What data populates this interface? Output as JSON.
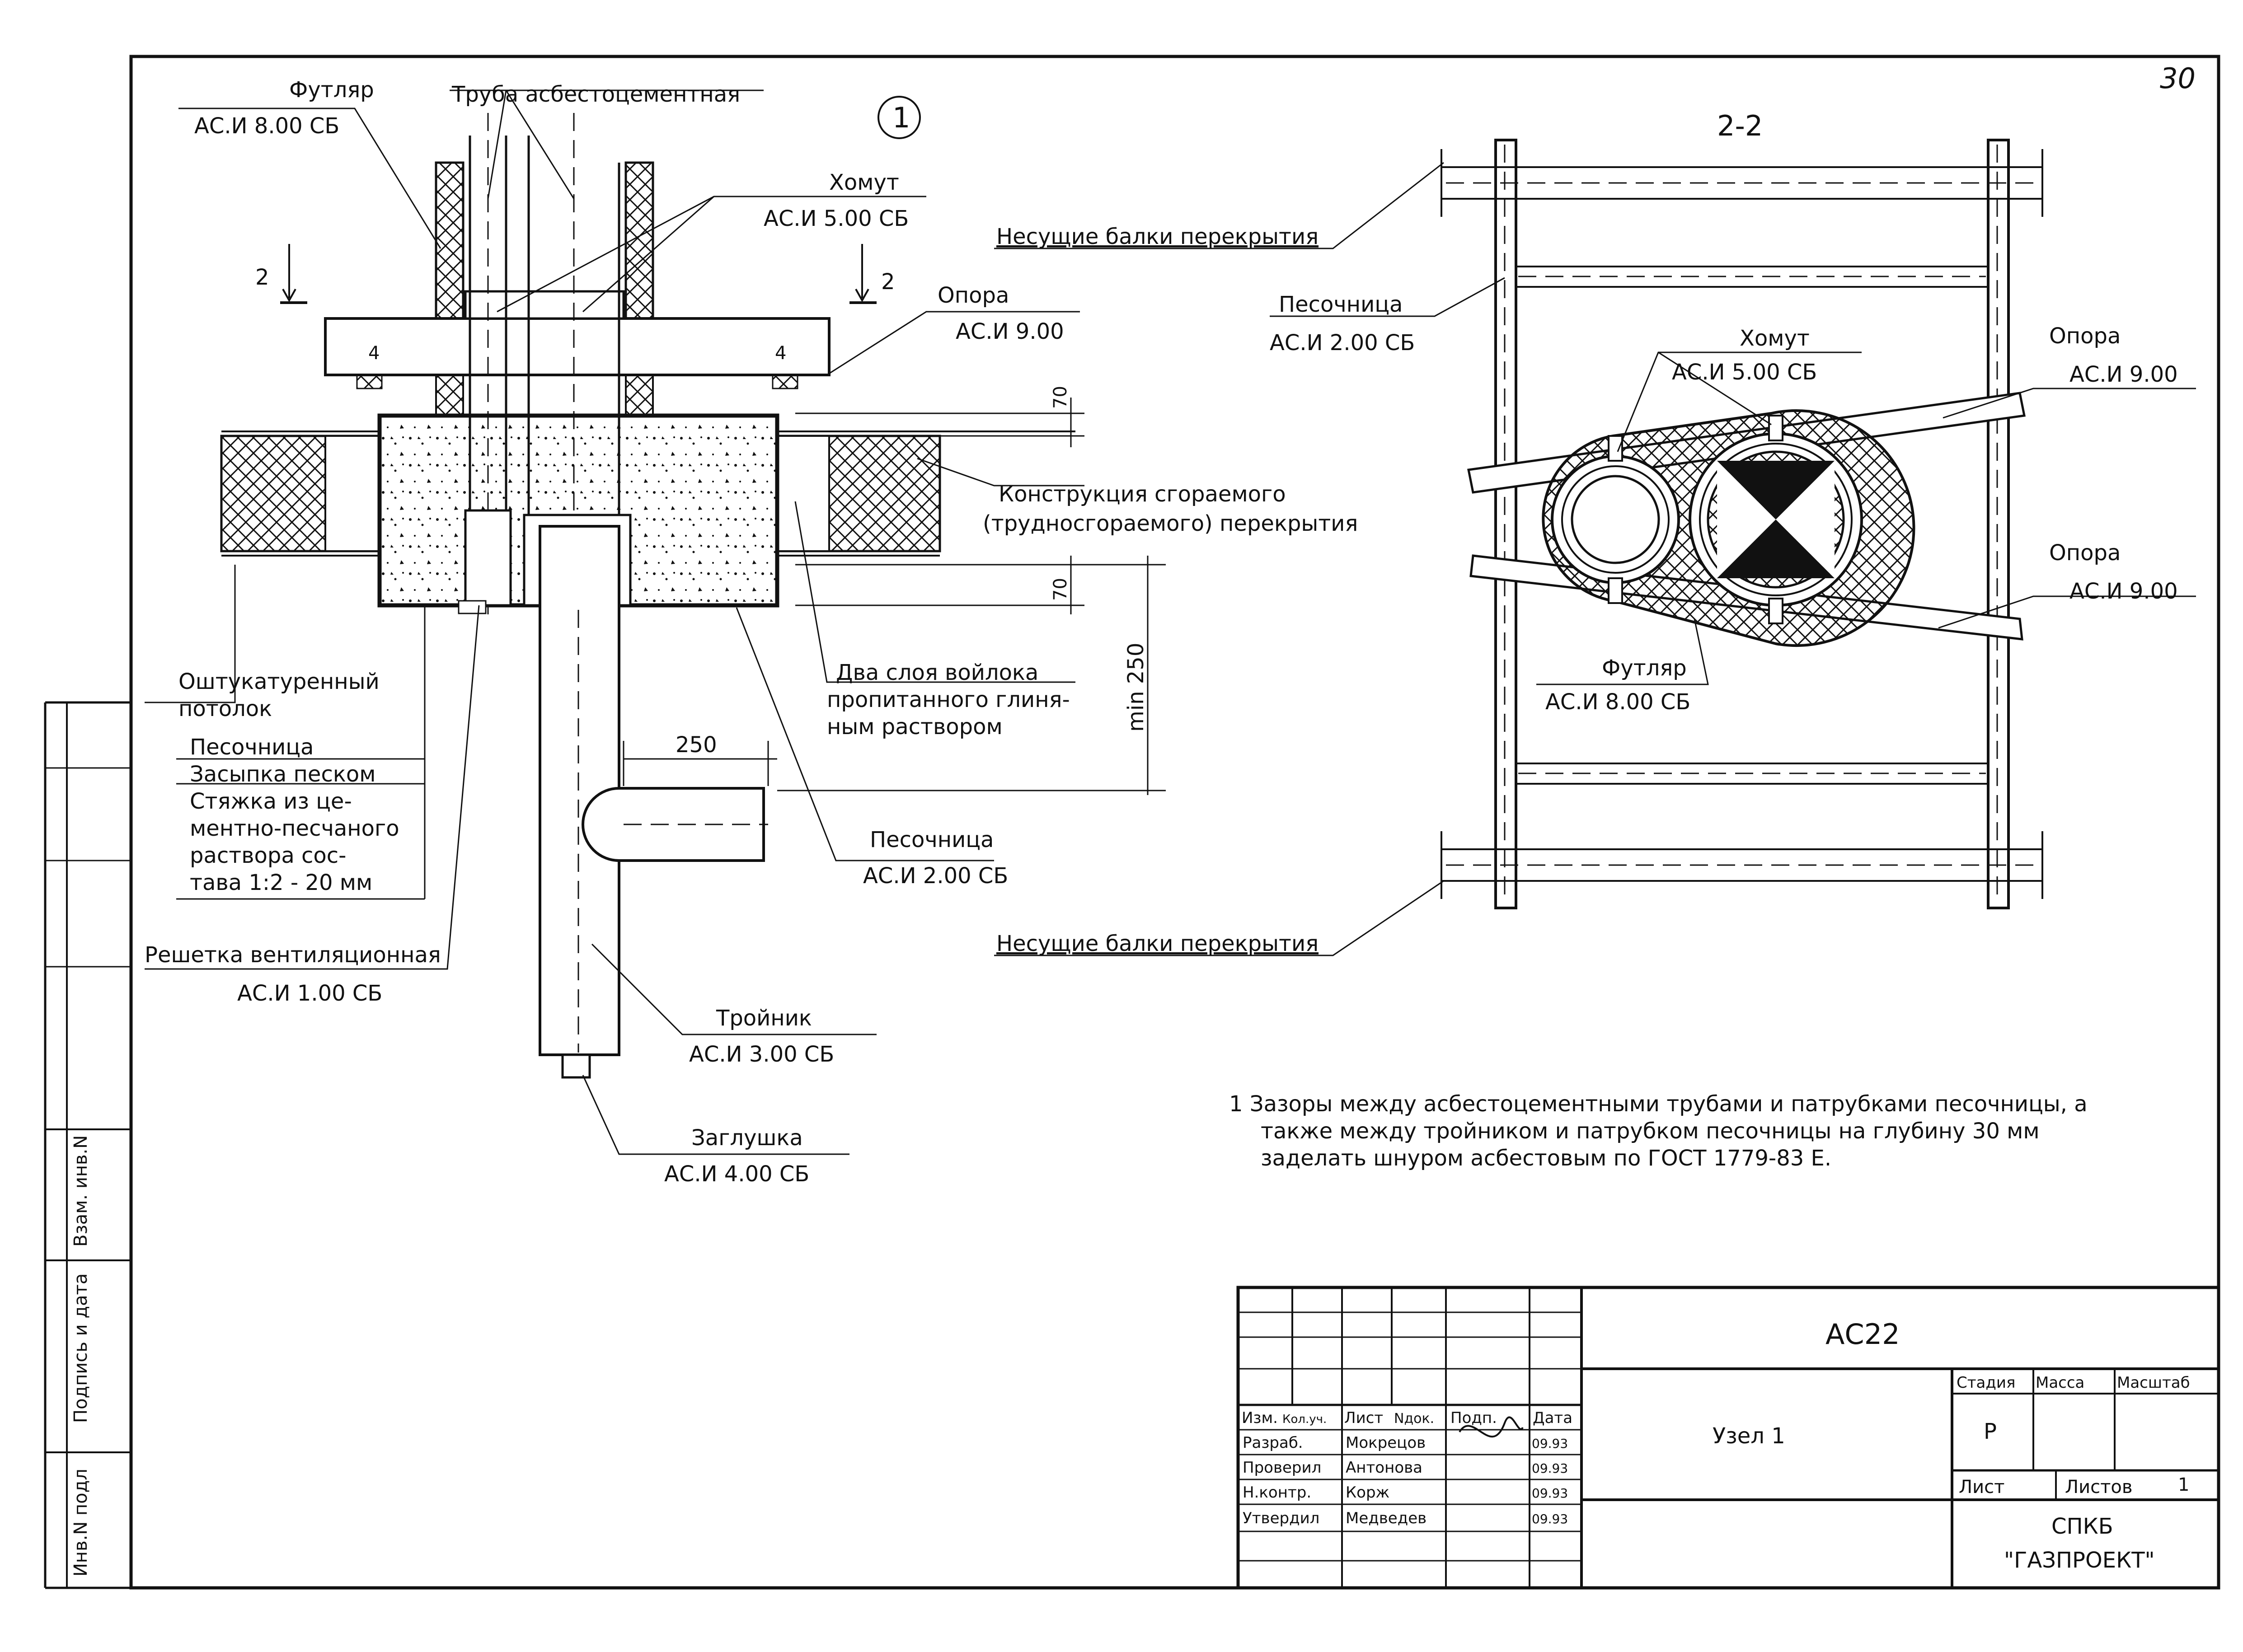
{
  "sheet_number": "30",
  "section_marker": "1",
  "section_title": "2-2",
  "cut_label": "2",
  "labels_left": {
    "futlyar": "Футляр",
    "futlyar_code": "АС.И 8.00 СБ",
    "truba": "Труба асбестоцементная",
    "khomut": "Хомут",
    "khomut_code": "АС.И 5.00 СБ",
    "opora": "Опора",
    "opora_code": "АС.И 9.00",
    "konstr_1": "Конструкция сгораемого",
    "konstr_2": "(трудносгораемого) перекрытия",
    "dva_sloya_1": "Два слоя войлока",
    "dva_sloya_2": "пропитанного глиня-",
    "dva_sloya_3": "ным раствором",
    "shtuk_1": "Оштукатуренный",
    "shtuk_2": "потолок",
    "pesoch_1": "Песочница",
    "zasypka": "Засыпка песком",
    "styazhka_1": "Стяжка из це-",
    "styazhka_2": "ментно-песчаного",
    "styazhka_3": "раствора сос-",
    "styazhka_4": "тава 1:2 - 20 мм",
    "reshetka": "Решетка вентиляционная",
    "reshetka_code": "АС.И 1.00 СБ",
    "pesoch_2": "Песочница",
    "pesoch_2_code": "АС.И 2.00 СБ",
    "troynik": "Тройник",
    "troynik_code": "АС.И 3.00 СБ",
    "zaglushka": "Заглушка",
    "zaglushka_code": "АС.И 4.00 СБ",
    "beam_mark": "4"
  },
  "dimensions": {
    "d70_top": "70",
    "d70_bottom": "70",
    "d250_h": "250",
    "dmin250": "min 250"
  },
  "labels_right": {
    "nesushchie": "Несущие балки перекрытия",
    "pesochnitsa": "Песочница",
    "pesochnitsa_code": "АС.И 2.00 СБ",
    "khomut": "Хомут",
    "khomut_code": "АС.И 5.00 СБ",
    "opora": "Опора",
    "opora_code": "АС.И 9.00",
    "futlyar": "Футляр",
    "futlyar_code": "АС.И 8.00 СБ"
  },
  "note": {
    "line1": "1 Зазоры между асбестоцементными трубами и патрубками песочницы, а",
    "line2": "также между тройником и патрубком песочницы на глубину 30 мм",
    "line3": "заделать шнуром асбестовым по ГОСТ 1779-83 Е."
  },
  "title_block": {
    "code": "АС22",
    "name": "Узел 1",
    "stage_h": "Стадия",
    "mass_h": "Масса",
    "scale_h": "Масштаб",
    "stage": "Р",
    "sheet_h": "Лист",
    "sheets_h": "Листов",
    "sheets": "1",
    "org1": "СПКБ",
    "org2": "\"ГАЗПРОЕКТ\"",
    "cols": [
      "Изм.",
      "Кол.уч.",
      "Лист",
      "Nдок.",
      "Подп.",
      "Дата"
    ],
    "rows": [
      {
        "role": "Разраб.",
        "name": "Мокрецов",
        "date": "09.93"
      },
      {
        "role": "Проверил",
        "name": "Антонова",
        "date": "09.93"
      },
      {
        "role": "Н.контр.",
        "name": "Корж",
        "date": "09.93"
      },
      {
        "role": "Утвердил",
        "name": "Медведев",
        "date": "09.93"
      }
    ]
  },
  "side_stamp": {
    "vzam": "Взам. инв.N",
    "podp": "Подпись и дата",
    "inv": "Инв.N подл"
  }
}
